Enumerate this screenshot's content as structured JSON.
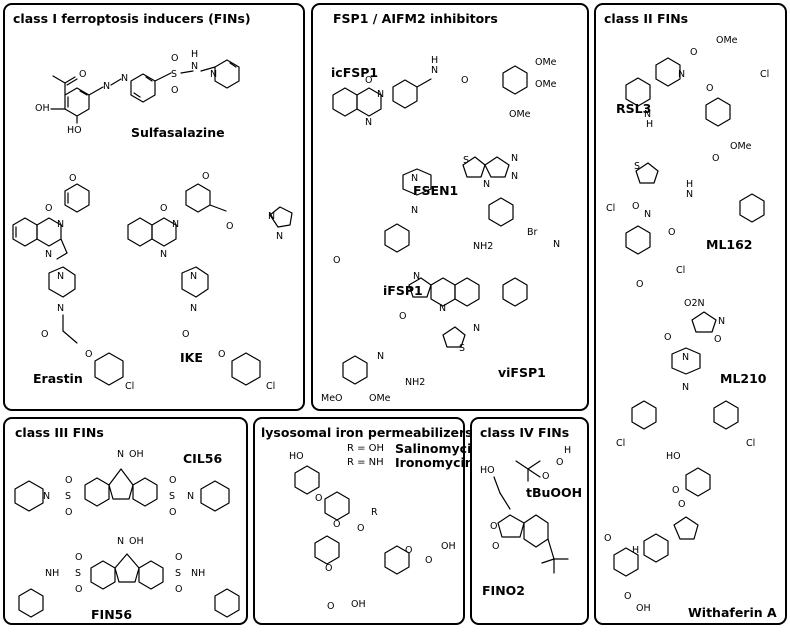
{
  "panels": {
    "class1": {
      "title": "class I ferroptosis inducers (FINs)",
      "compounds": [
        "Sulfasalazine",
        "Erastin",
        "IKE"
      ]
    },
    "fsp1": {
      "title": "FSP1 / AIFM2 inhibitors",
      "compounds": [
        "icFSP1",
        "FSEN1",
        "iFSP1",
        "viFSP1"
      ]
    },
    "class2": {
      "title": "class II FINs",
      "compounds": [
        "RSL3",
        "ML162",
        "ML210",
        "Withaferin A"
      ]
    },
    "class3": {
      "title": "class III FINs",
      "compounds": [
        "CIL56",
        "FIN56"
      ]
    },
    "lysosomal": {
      "title": "lysosomal iron permeabilizers",
      "r_line1_prefix": "R = OH",
      "r_line1_name": "Salinomycin",
      "r_line2_prefix": "R = NH",
      "r_line2_name": "Ironomycin"
    },
    "class4": {
      "title": "class IV FINs",
      "compounds": [
        "tBuOOH",
        "FINO2"
      ]
    }
  },
  "atoms": {
    "oh": "OH",
    "o": "O",
    "n": "N",
    "h": "H",
    "nh": "NH",
    "s": "S",
    "cl": "Cl",
    "br": "Br",
    "ome": "OMe",
    "meo": "MeO",
    "nh2": "NH2",
    "no2": "O2N",
    "cn": "N",
    "oh2": "HO",
    "r": "R"
  }
}
